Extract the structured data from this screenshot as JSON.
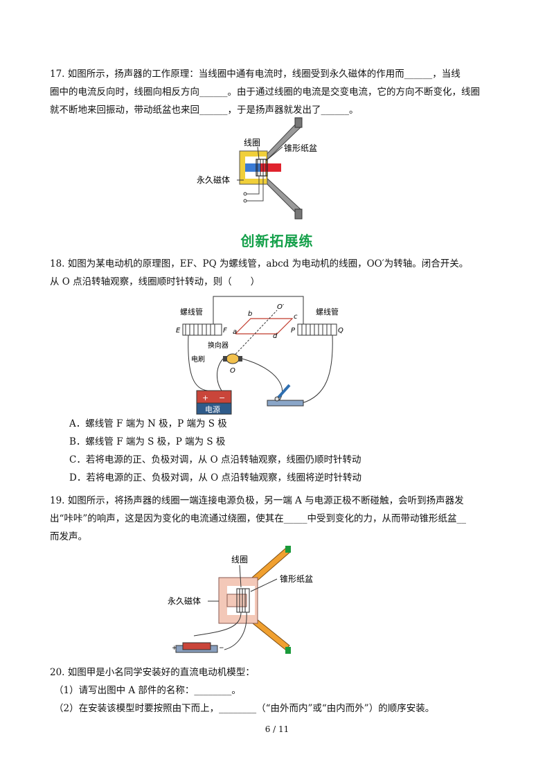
{
  "q17": {
    "line1": "17. 如图所示，扬声器的工作原理：当线圈中通有电流时，线圈受到永久磁体的作用而______，当线",
    "line2": "圈中的电流反向时，线圈向相反方向______。由于通过线圈的电流是交变电流，它的方向不断变化，线圈",
    "line3": "就不断地来回振动，带动纸盆也来回______，于是扬声器就发出了______。",
    "figure": {
      "label_coil": "线圈",
      "label_cone": "锥形纸盆",
      "label_magnet": "永久磁体"
    }
  },
  "section_title": "创新拓展练",
  "q18": {
    "line1": "18. 如图为某电动机的原理图，EF、PQ 为螺线管，abcd 为电动机的线圈，OO′为转轴。闭合开关。",
    "line2": "从 O 点沿转轴观察，线圈顺时针转动，则（　　）",
    "figure": {
      "label_solenoid_left": "螺线管",
      "label_solenoid_right": "螺线管",
      "label_E": "E",
      "label_F": "F",
      "label_P": "P",
      "label_Q": "Q",
      "label_a": "a",
      "label_b": "b",
      "label_c": "c",
      "label_d": "d",
      "label_O": "O",
      "label_O_prime": "O′",
      "label_commutator": "换向器",
      "label_brush": "电刷",
      "label_source": "电源",
      "label_plus": "+",
      "label_minus": "−"
    },
    "options": [
      "A．螺线管  F  端为 N 极，P  端为 S 极",
      "B．螺线管  F  端为 S 极，P  端为 S 极",
      "C．若将电源的正、负极对调，从 O 点沿转轴观察，线圈仍顺时针转动",
      "D．若将电源的正、负极对调，从 O 点沿转轴观察，线圈将逆时针转动"
    ]
  },
  "q19": {
    "line1": "19. 如图所示，将扬声器的线圈一端连接电源负极，另一端 A 与电源正极不断碰触，会听到扬声器发",
    "line2": "出“咔咔”的响声，这是因为变化的电流通过绕圈，使其在_____中受到变化的力，从而带动锥形纸盆__",
    "line3": "而发声。",
    "figure": {
      "label_coil": "线圈",
      "label_cone": "锥形纸盆",
      "label_magnet": "永久磁体",
      "label_plus": "+",
      "label_minus": "−"
    }
  },
  "q20": {
    "line1": "20. 如图甲是小名同学安装好的直流电动机模型：",
    "line2": "（1）请写出图中 A 部件的名称：________。",
    "line3": "（2）在安装该模型时要按照由下而上，________（“由外而内”或“由内而外”）的顺序安装。"
  },
  "page_number": "6 / 11",
  "colors": {
    "section_green": "#14a04a",
    "magnet_blue": "#3a7bd5",
    "magnet_red": "#e0232d",
    "orange_cone": "#f0a030",
    "pink_magnet": "#f3c8b8",
    "battery_red": "#c9453a",
    "battery_blue": "#2f5b8a"
  }
}
